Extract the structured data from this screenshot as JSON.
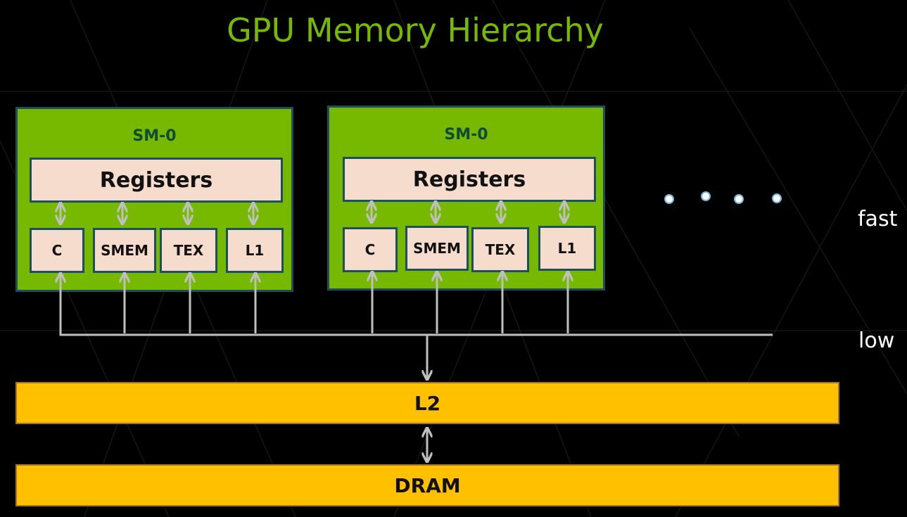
{
  "title": "GPU Memory Hierarchy",
  "sms": [
    {
      "label": "SM-0",
      "registers": "Registers",
      "units": [
        "C",
        "SMEM",
        "TEX",
        "L1"
      ]
    },
    {
      "label": "SM-0",
      "registers": "Registers",
      "units": [
        "C",
        "SMEM",
        "TEX",
        "L1"
      ]
    }
  ],
  "l2": "L2",
  "dram": "DRAM",
  "speed_labels": {
    "fast": "fast",
    "low": "low"
  },
  "colors": {
    "title": "#76b900",
    "sm_fill": "#76b900",
    "cell_fill": "#f6dccd",
    "border": "#1d4f5e",
    "cache_bar": "#ffc000",
    "arrow": "#bfbfbf",
    "background": "#000000"
  }
}
